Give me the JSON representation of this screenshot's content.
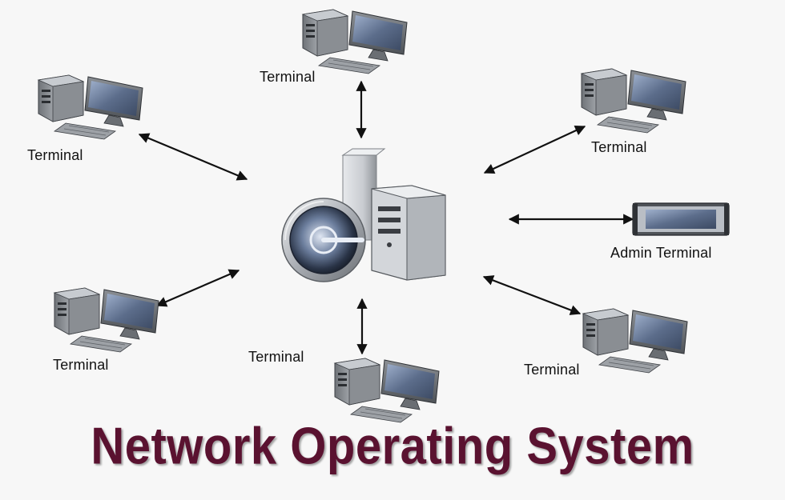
{
  "diagram": {
    "title": "Network Operating System",
    "nodes": [
      {
        "id": "terminal-top",
        "kind": "workstation",
        "label": "Terminal"
      },
      {
        "id": "terminal-upper-left",
        "kind": "workstation",
        "label": "Terminal"
      },
      {
        "id": "terminal-upper-right",
        "kind": "workstation",
        "label": "Terminal"
      },
      {
        "id": "admin-terminal",
        "kind": "admin-console",
        "label": "Admin Terminal"
      },
      {
        "id": "terminal-lower-left",
        "kind": "workstation",
        "label": "Terminal"
      },
      {
        "id": "terminal-bottom",
        "kind": "workstation",
        "label": "Terminal"
      },
      {
        "id": "terminal-lower-right",
        "kind": "workstation",
        "label": "Terminal"
      },
      {
        "id": "central-server",
        "kind": "server",
        "label": ""
      }
    ],
    "links": [
      {
        "from": "central-server",
        "to": "terminal-top",
        "bidirectional": true
      },
      {
        "from": "central-server",
        "to": "terminal-upper-left",
        "bidirectional": true
      },
      {
        "from": "central-server",
        "to": "terminal-upper-right",
        "bidirectional": true
      },
      {
        "from": "central-server",
        "to": "admin-terminal",
        "bidirectional": true
      },
      {
        "from": "central-server",
        "to": "terminal-lower-left",
        "bidirectional": true
      },
      {
        "from": "central-server",
        "to": "terminal-bottom",
        "bidirectional": true
      },
      {
        "from": "central-server",
        "to": "terminal-lower-right",
        "bidirectional": true
      }
    ],
    "colors": {
      "title": "#5a1230",
      "arrow": "#111111",
      "device_body": "#8e9297",
      "screen": "#5b6b86"
    }
  }
}
